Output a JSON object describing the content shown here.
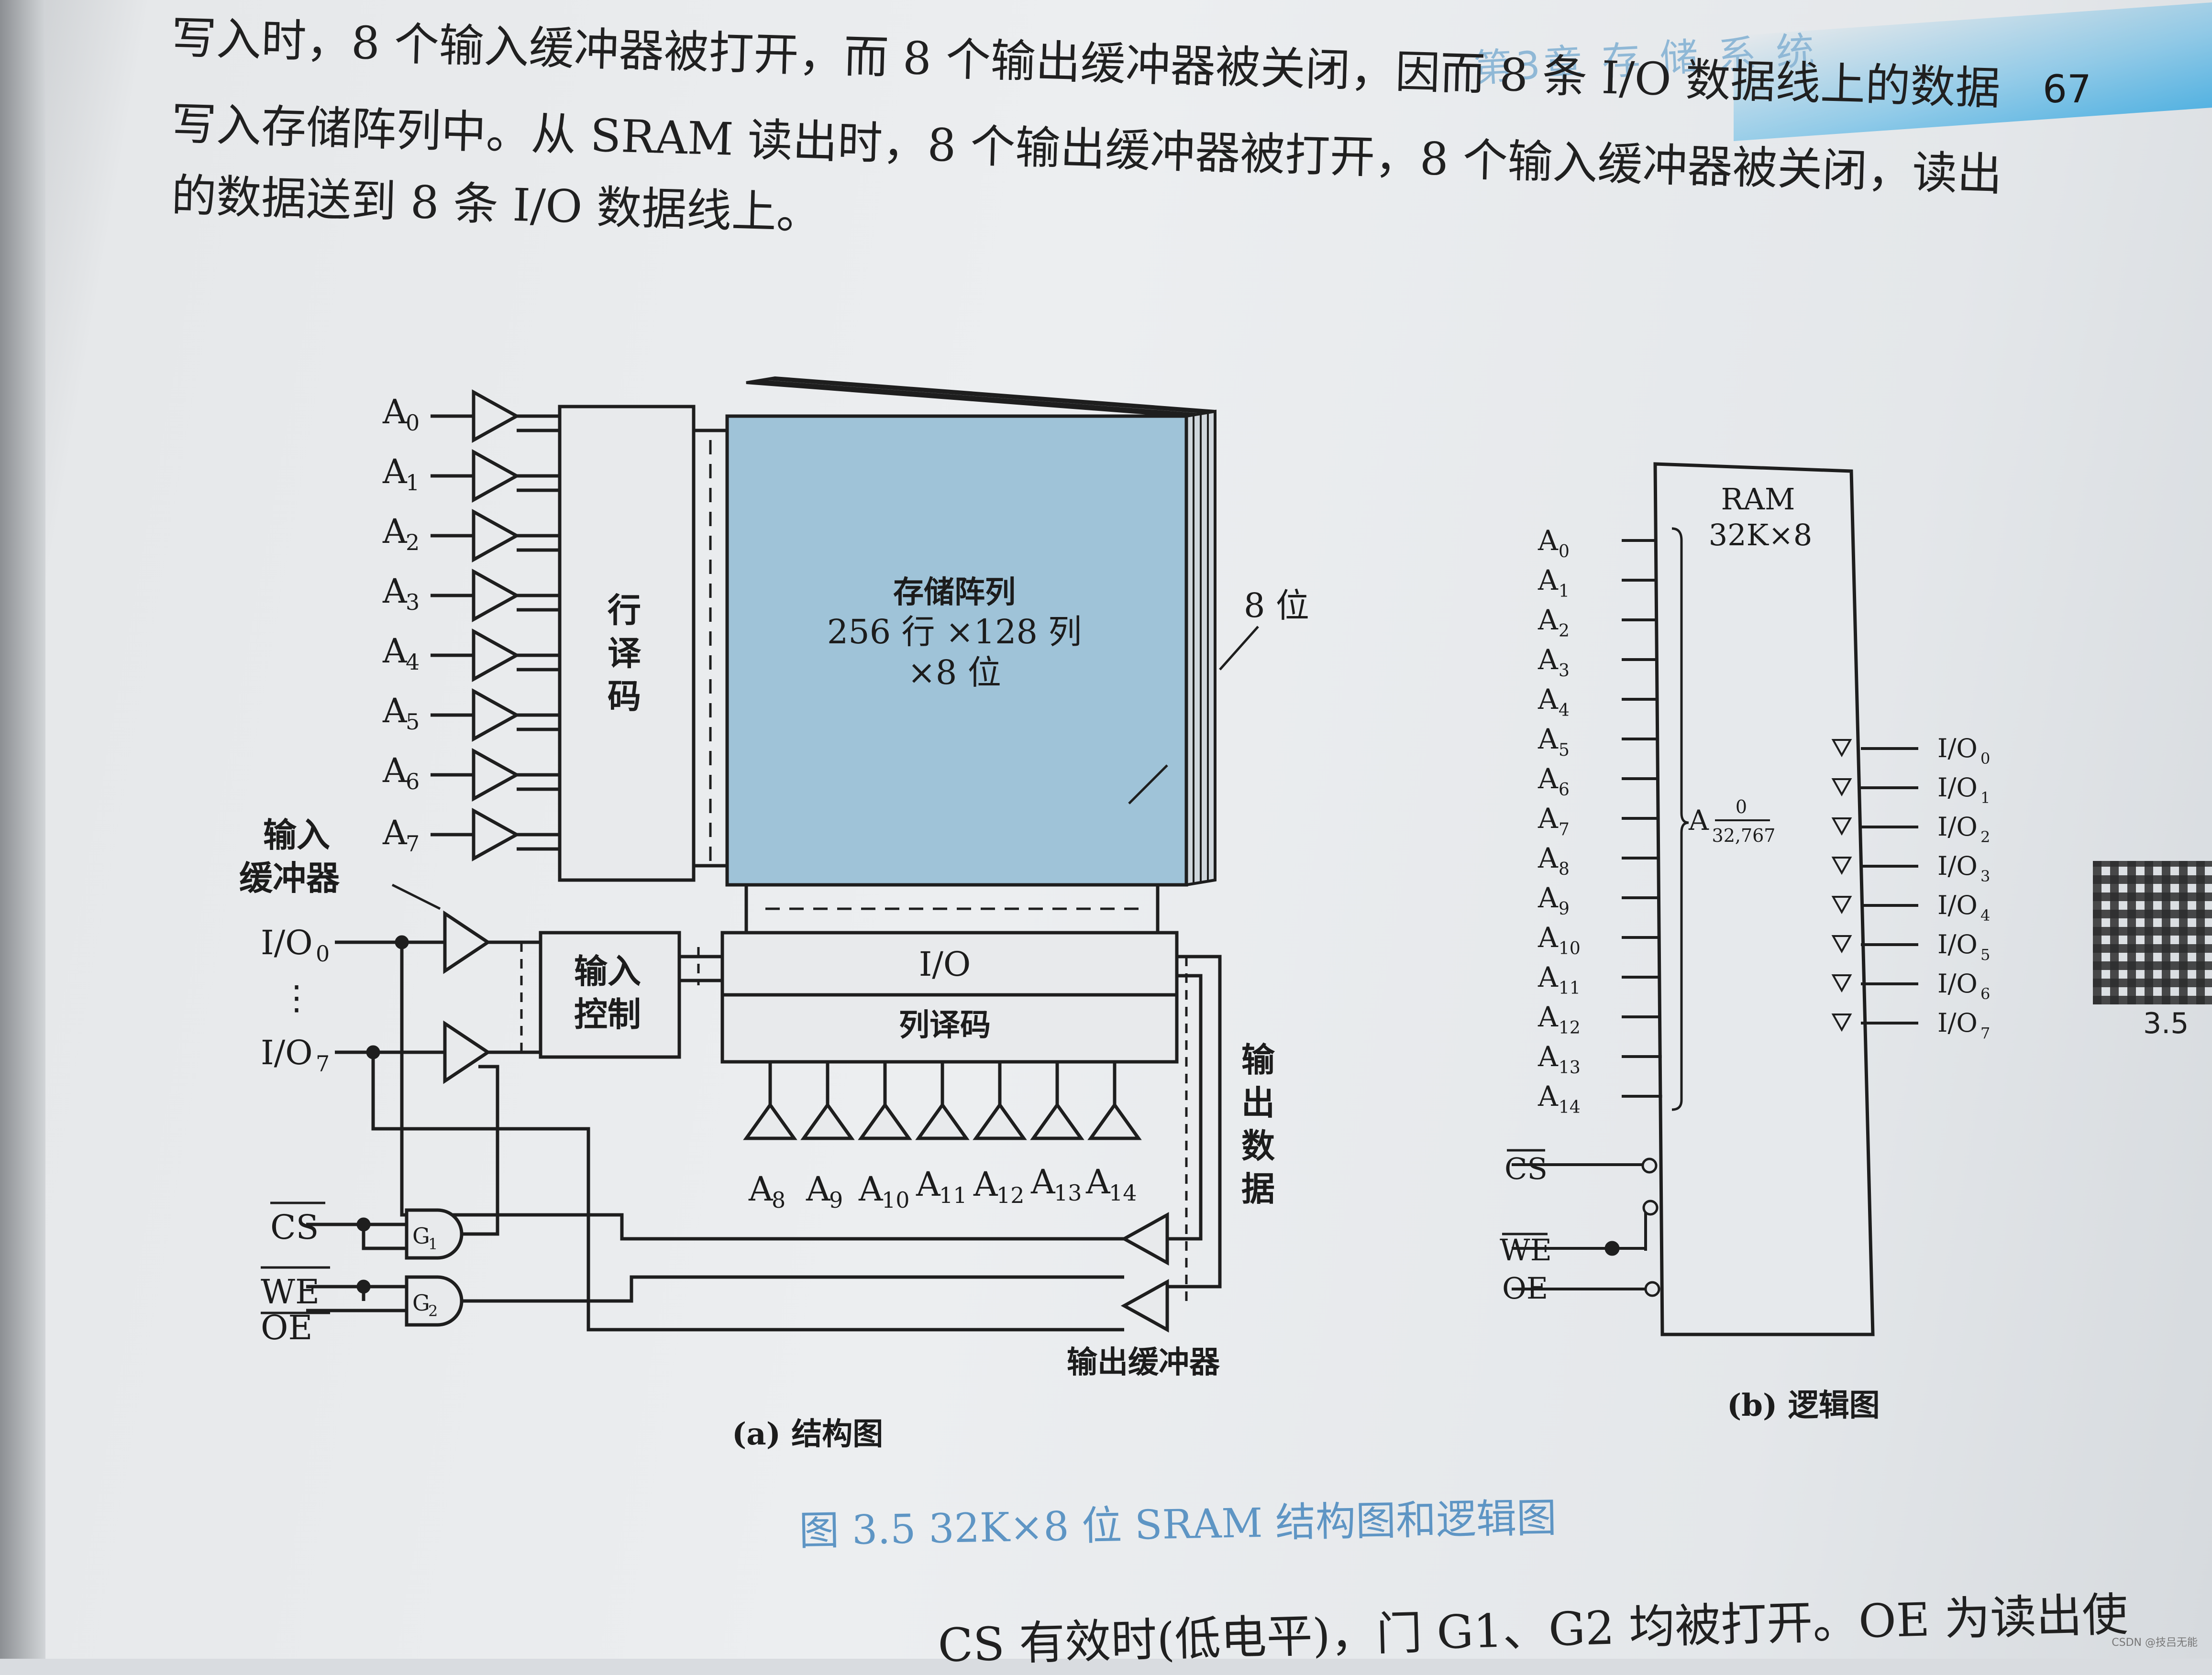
{
  "header": {
    "chapter": "第3章  存 储 系 统",
    "page_number": "67"
  },
  "paragraph": {
    "line1": "写入时，8 个输入缓冲器被打开，而 8 个输出缓冲器被关闭，因而 8 条 I/O 数据线上的数据",
    "line2": "写入存储阵列中。从 SRAM 读出时，8 个输出缓冲器被打开，8 个输入缓冲器被关闭，读出",
    "line3": "的数据送到 8 条 I/O 数据线上。"
  },
  "figure_a": {
    "row_address_labels": [
      "A",
      "A",
      "A",
      "A",
      "A",
      "A",
      "A",
      "A"
    ],
    "row_address_subs": [
      "0",
      "1",
      "2",
      "3",
      "4",
      "5",
      "6",
      "7"
    ],
    "row_decoder": [
      "行",
      "译",
      "码"
    ],
    "array_label_1": "存储阵列",
    "array_label_2": "256 行 ×128 列",
    "array_label_3": "×8 位",
    "bits_label": "8 位",
    "input_buffer_1": "输入",
    "input_buffer_2": "缓冲器",
    "io_top": "I/O",
    "io_top_sub": "0",
    "io_dots": "⋮",
    "io_bottom": "I/O",
    "io_bottom_sub": "7",
    "input_control_1": "输入",
    "input_control_2": "控制",
    "io_box": "I/O",
    "col_decoder": "列译码",
    "col_address_subs": [
      "8",
      "9",
      "10",
      "11",
      "12",
      "13",
      "14"
    ],
    "output_data": [
      "输",
      "出",
      "数",
      "据"
    ],
    "output_buffer": "输出缓冲器",
    "cs": "CS",
    "we": "WE",
    "oe": "OE",
    "g1": "G",
    "g1_sub": "1",
    "g2": "G",
    "g2_sub": "2",
    "caption": "(a) 结构图"
  },
  "figure_b": {
    "chip_name": "RAM",
    "chip_size": "32K×8",
    "address_subs": [
      "0",
      "1",
      "2",
      "3",
      "4",
      "5",
      "6",
      "7",
      "8",
      "9",
      "10",
      "11",
      "12",
      "13",
      "14"
    ],
    "address_range_top": "0",
    "address_range_bottom": "32,767",
    "io_subs": [
      "0",
      "1",
      "2",
      "3",
      "4",
      "5",
      "6",
      "7"
    ],
    "cs": "CS",
    "we": "WE",
    "oe": "OE",
    "caption": "(b) 逻辑图"
  },
  "figure_caption": "图 3.5    32K×8 位 SRAM 结构图和逻辑图",
  "bottom_text": "CS 有效时(低电平)，门 G1、G2 均被打开。OE 为读出使",
  "side_qr_label": "3.5",
  "watermark": "CSDN @技吕无能",
  "colors": {
    "array_fill": "#9fc3d8",
    "caption_blue": "#5e95c4"
  }
}
